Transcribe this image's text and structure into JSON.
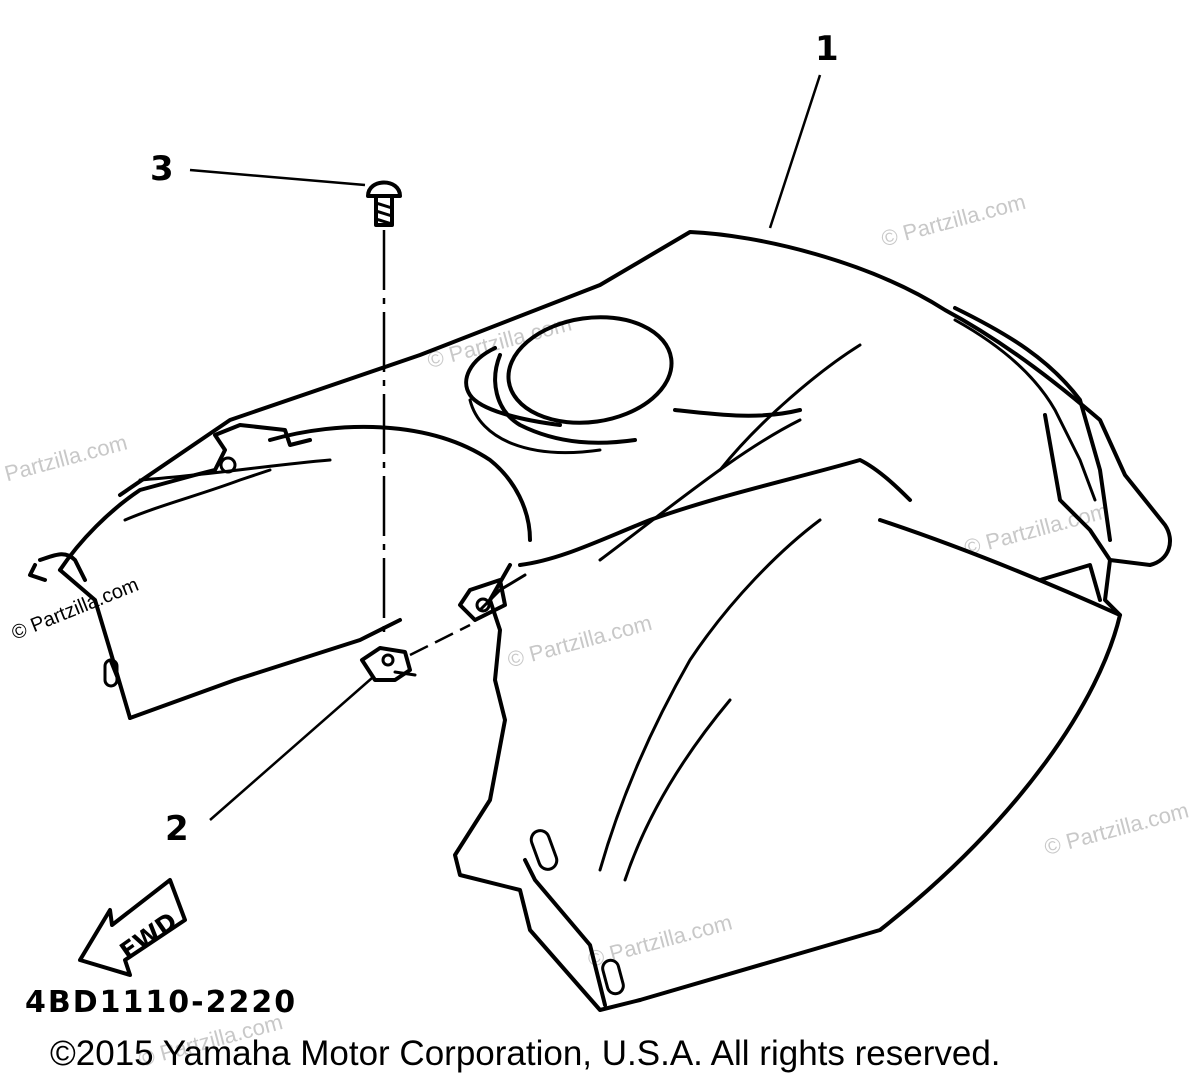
{
  "diagram": {
    "callouts": [
      "1",
      "2",
      "3"
    ],
    "direction_label": "FWD",
    "part_code": "4BD1110-2220",
    "copyright": "©2015 Yamaha Motor Corporation, U.S.A. All rights reserved.",
    "watermark": "© Partzilla.com"
  }
}
